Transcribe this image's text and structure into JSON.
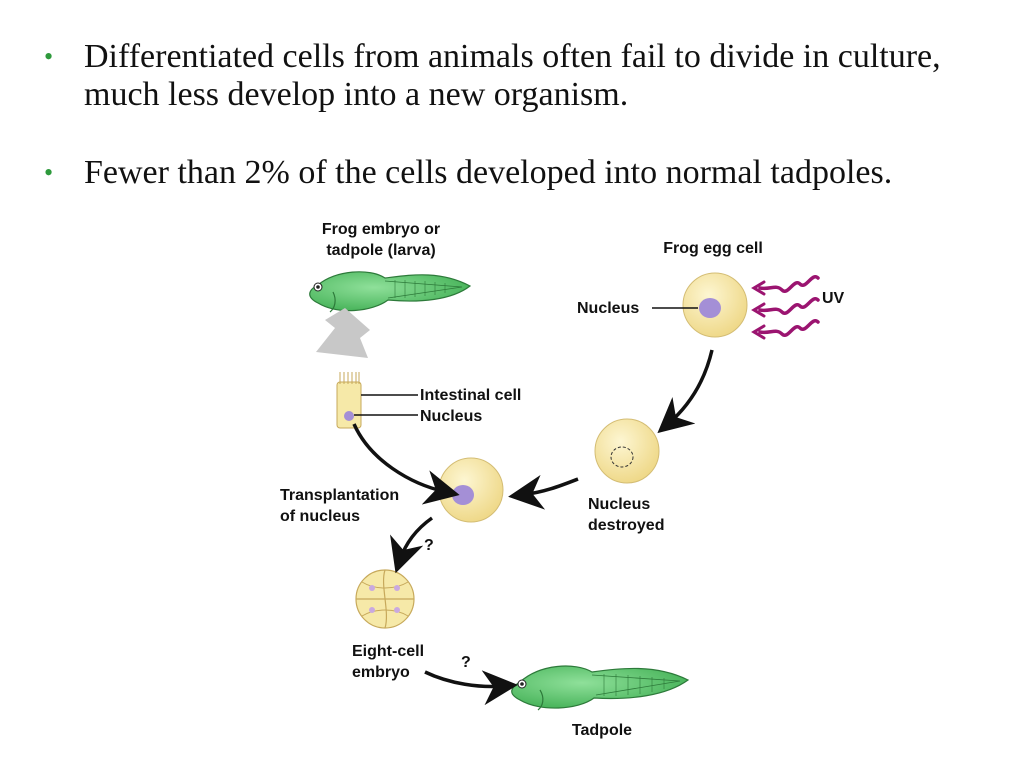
{
  "bullets": [
    "Differentiated cells from animals often fail to divide in culture, much less develop into a new organism.",
    "Fewer than 2% of the cells developed into normal tadpoles."
  ],
  "bullet_color": "#2e9a3c",
  "diagram": {
    "labels": {
      "frog_embryo_line1": "Frog embryo or",
      "frog_embryo_line2": "tadpole (larva)",
      "frog_egg_cell": "Frog egg cell",
      "nucleus_egg": "Nucleus",
      "uv": "UV",
      "intestinal_cell": "Intestinal cell",
      "nucleus_intestinal": "Nucleus",
      "transplantation_line1": "Transplantation",
      "transplantation_line2": "of nucleus",
      "nucleus_destroyed_line1": "Nucleus",
      "nucleus_destroyed_line2": "destroyed",
      "question_1": "?",
      "eight_cell_line1": "Eight-cell",
      "eight_cell_line2": "embryo",
      "question_2": "?",
      "tadpole": "Tadpole"
    },
    "colors": {
      "tadpole_green": "#5cc16a",
      "cell_yellow": "#f6e9a8",
      "nucleus_purple": "#a48fd6",
      "uv_magenta": "#9b1470"
    }
  }
}
